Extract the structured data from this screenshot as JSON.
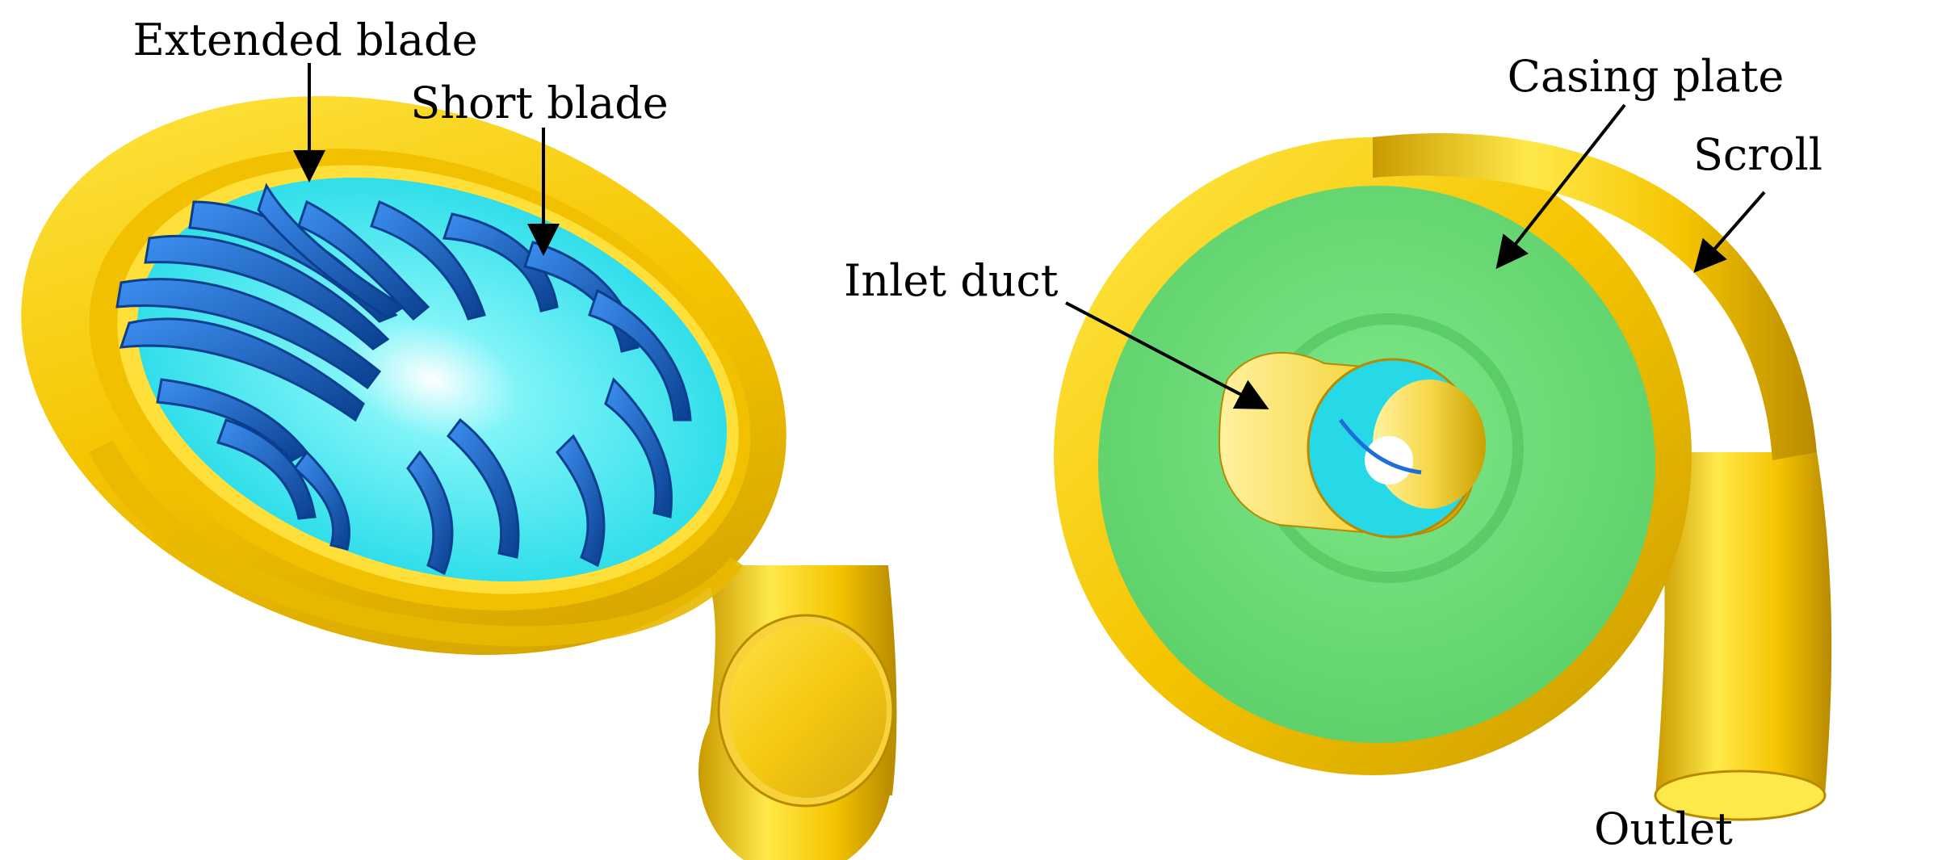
{
  "labels": {
    "extended_blade": "Extended blade",
    "short_blade": "Short blade",
    "inlet_duct": "Inlet duct",
    "casing_plate": "Casing plate",
    "scroll": "Scroll",
    "outlet": "Outlet"
  },
  "colors": {
    "scroll_yellow": "#f5c400",
    "scroll_highlight": "#ffe94a",
    "scroll_shadow": "#c99a00",
    "blade_blue": "#1d6ed8",
    "blade_dark": "#0a3f8f",
    "hub_cyan": "#2ee6f0",
    "casing_green": "#6fe07a",
    "arrow": "#000000"
  }
}
